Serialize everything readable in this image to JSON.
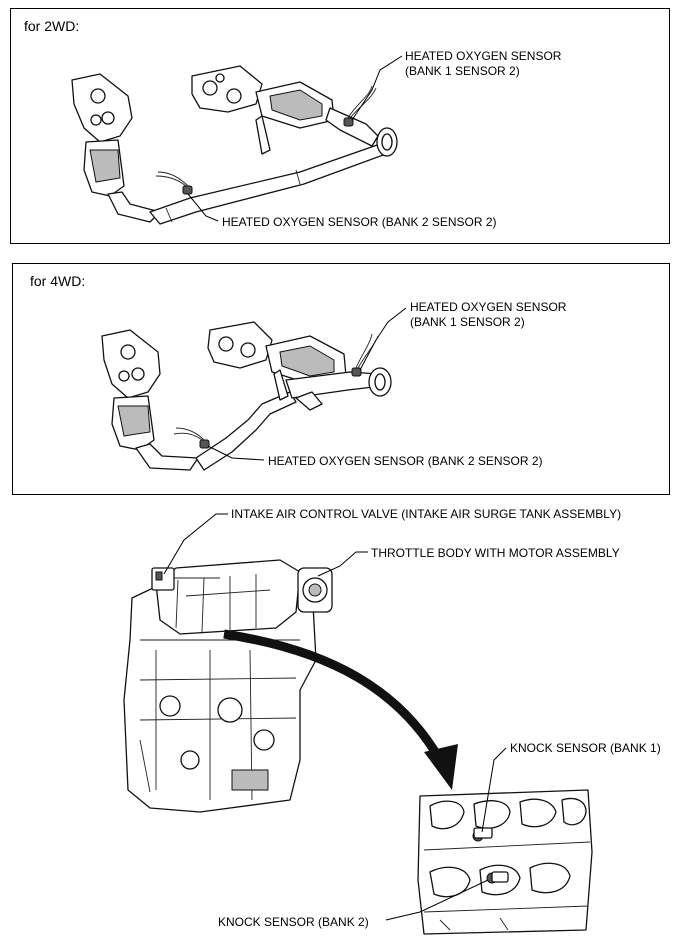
{
  "panel_2wd": {
    "title": "for 2WD:",
    "label_bank1": "HEATED OXYGEN SENSOR\n(BANK 1 SENSOR 2)",
    "label_bank2": "HEATED OXYGEN SENSOR (BANK 2 SENSOR 2)"
  },
  "panel_4wd": {
    "title": "for 4WD:",
    "label_bank1": "HEATED OXYGEN SENSOR\n(BANK 1 SENSOR 2)",
    "label_bank2": "HEATED OXYGEN SENSOR (BANK 2 SENSOR 2)"
  },
  "engine": {
    "intake_label": "INTAKE AIR CONTROL VALVE (INTAKE AIR SURGE TANK ASSEMBLY)",
    "throttle_label": "THROTTLE BODY WITH MOTOR ASSEMBLY",
    "knock_bank1_label": "KNOCK SENSOR (BANK 1)",
    "knock_bank2_label": "KNOCK SENSOR (BANK 2)"
  }
}
